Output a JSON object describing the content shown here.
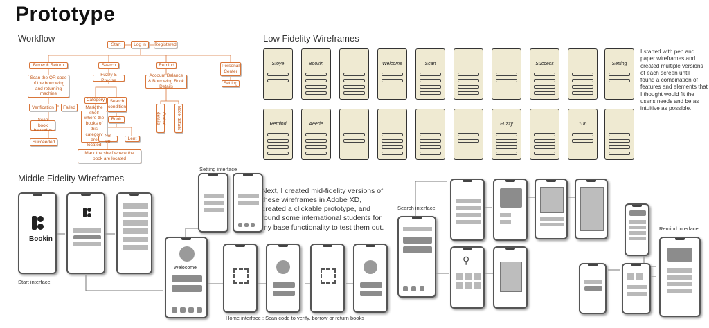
{
  "title": "Prototype",
  "workflow": {
    "heading": "Workflow",
    "nodes": {
      "start": "Start",
      "login": "Log in",
      "registered": "Registered",
      "borrow_return": "Brrow & Return",
      "search": "Search",
      "remind": "Remind",
      "personal_center": "Personal Center",
      "scan_qr": "Scan the QR code of the borrowing and returning machine",
      "fuzzy": "Fuzzy & Precise",
      "account_balance": "Account Balance & Borrowing Book Details",
      "setting": "Setting",
      "verification": "Verification",
      "failed": "Failed",
      "category": "Category",
      "search_condition": "Search condition",
      "scan_barcodes": "Scan book barcodes",
      "mark_category": "Mark the shelf where the books of this category are located",
      "book": "Book",
      "global_details": "Global details",
      "book_details": "Book details",
      "succeeded": "Succeeded",
      "not_lent": "Not lent",
      "lent": "Lent",
      "mark_book": "Mark the shelf where the book are located"
    }
  },
  "low_fidelity": {
    "heading": "Low Fidelity Wireframes",
    "description": "I started with pen and paper wireframes and created multiple versions of each screen until I found a combination of features and elements that I thought would fit the user's needs and be as intuitive as possible.",
    "sketch_captions": [
      "Stoye",
      "Bookin",
      "",
      "Welcome",
      "Scan",
      "",
      "",
      "Success",
      "",
      "Setting",
      "Remind",
      "Aeede",
      "",
      "",
      "",
      "",
      "Fuzzy",
      "",
      "106",
      ""
    ]
  },
  "mid_fidelity": {
    "heading": "Middle Fidelity Wireframes",
    "description": "Next, I created mid-fidelity versions of these wireframes in Adobe XD, created a clickable prototype, and found some international students for my base functionality to test them out.",
    "labels": {
      "setting_interface": "Setting interface",
      "search_interface": "Search interface",
      "remind_interface": "Remind interface",
      "start_interface": "Start interface",
      "home_interface": "Home interface : Scan code to verify, borrow or return books"
    },
    "app_name": "Bookin",
    "welcome": "Welocome"
  },
  "colors": {
    "flow_border": "#d9763a",
    "flow_text": "#c35a1c",
    "sketch_paper": "#efead2",
    "wire_gray": "#8c8c8c"
  }
}
